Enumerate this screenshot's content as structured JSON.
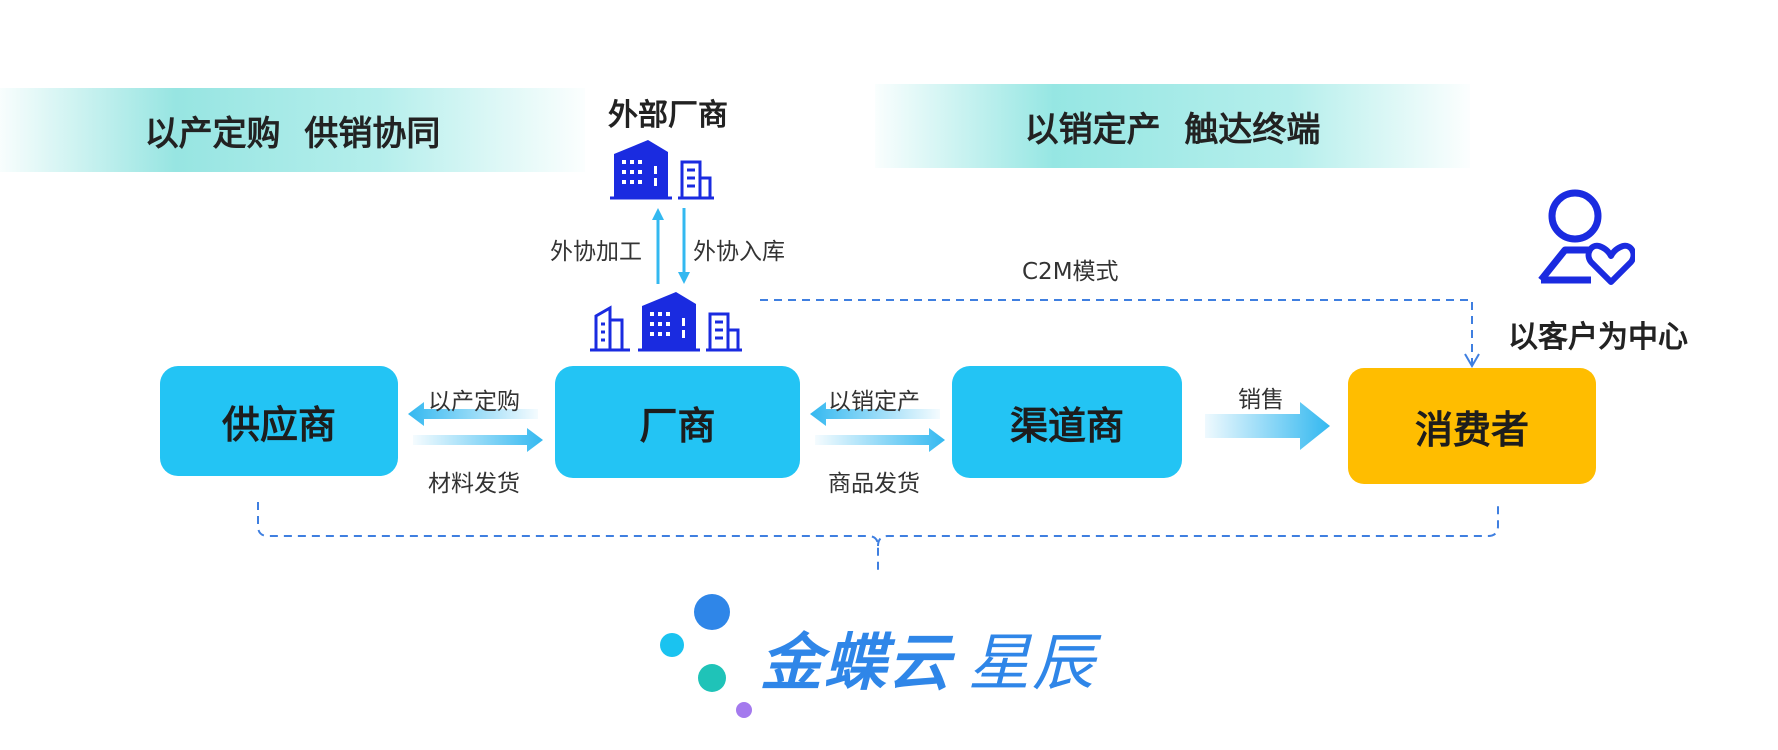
{
  "banners": {
    "left": "以产定购  供销协同",
    "right": "以销定产  触达终端"
  },
  "external": {
    "title": "外部厂商",
    "up_label": "外协加工",
    "down_label": "外协入库"
  },
  "c2m_label": "C2M模式",
  "customer_center": "以客户为中心",
  "nodes": {
    "supplier": "供应商",
    "manufacturer": "厂商",
    "channel": "渠道商",
    "consumer": "消费者"
  },
  "flows": {
    "supplier_manufacturer": {
      "top": "以产定购",
      "bottom": "材料发货"
    },
    "manufacturer_channel": {
      "top": "以销定产",
      "bottom": "商品发货"
    },
    "channel_consumer": {
      "top": "销售"
    }
  },
  "brand": {
    "main": "金蝶云",
    "sub": "星辰"
  },
  "colors": {
    "node_blue": "#23c4f4",
    "consumer_yellow": "#ffbd00",
    "icon_blue": "#1a2be0",
    "arrow_cyan": "#33b8f0",
    "dash_blue": "#3f7fe0",
    "brand_blue": "#2f86e8",
    "dot_teal": "#1fc3b8",
    "dot_cyan": "#1ac3f0",
    "dot_purple": "#a47aee"
  },
  "icons": [
    "building-icon",
    "office-icon",
    "customer-heart-icon",
    "brand-dots-logo"
  ]
}
